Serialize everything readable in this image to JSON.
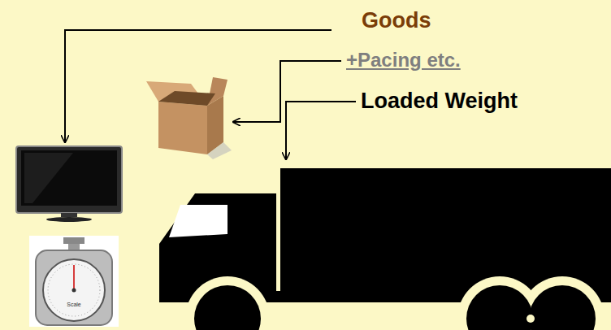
{
  "diagram": {
    "labels": [
      "Goods",
      "+Pacing etc.",
      "Loaded Weight",
      "Scale"
    ]
  }
}
